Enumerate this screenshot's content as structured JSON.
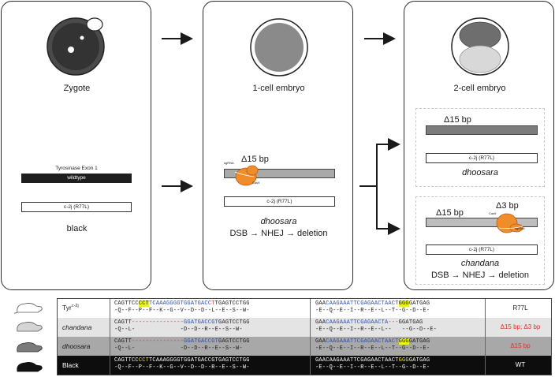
{
  "panel1": {
    "caption": "Zygote",
    "exon_title": "Tyrosinase Exon 1",
    "wildtype_bar": "wildtype",
    "allele_bar": "c-2j (R77L)",
    "strain": "black"
  },
  "panel2": {
    "caption": "1-cell embryo",
    "deletion": "Δ15 bp",
    "allele_bar": "c-2j (R77L)",
    "allele_name": "dhoosara",
    "mechanism": "DSB → NHEJ → deletion",
    "enzyme_left": "sgRNA",
    "enzyme_right": "Cas9"
  },
  "panel3": {
    "caption": "2-cell embryo",
    "box1": {
      "deletion": "Δ15 bp",
      "allele_bar": "c-2j (R77L)",
      "allele_name": "dhoosara"
    },
    "box2": {
      "deletion_left": "Δ15 bp",
      "deletion_right": "Δ3 bp",
      "allele_bar": "c-2j (R77L)",
      "allele_name": "chandana",
      "mechanism": "DSB → NHEJ → deletion",
      "enzyme_left": "Cas9",
      "enzyme_right": "sgRNA"
    }
  },
  "table": {
    "rows": [
      {
        "name": "Tyr",
        "superscript": "c-2j",
        "seq1_top": [
          "CAGTTCC",
          "CCT",
          "TCAAAGGGGTGGATGACC",
          "T",
          "TGAGTCCTGG"
        ],
        "seq1_bottom": "-Q--F--P--F--K--G--V--D--D--L--E--S--W-",
        "seq2_top": [
          "GAA",
          "CAAGAAATTCGAGAACTAACT",
          "GGG",
          "GATGAG"
        ],
        "seq2_bottom": "-E--Q--E--I--R--E--L--T--G--D--E-",
        "result": "R77L"
      },
      {
        "name": "chandana",
        "seq1_top": [
          "CAGTT",
          "---------------",
          "GGATGACCGT",
          "GAGTCCTGG"
        ],
        "seq1_bottom": "-Q--L-             -D--D--R--E--S--W-",
        "seq2_top": [
          "GAA",
          "CAAGAAATTCGAGAACTA",
          "---",
          "GGATGAG"
        ],
        "seq2_bottom": "-E--Q--E--I--R--E--L--   --G--D--E-",
        "result": "Δ15 bp; Δ3 bp"
      },
      {
        "name": "dhoosara",
        "seq1_top": [
          "CAGTT",
          "---------------",
          "GGATGACCGT",
          "GAGTCCTGG"
        ],
        "seq1_bottom": "-Q--L-             -D--D--R--E--S--W-",
        "seq2_top": [
          "GAA",
          "CAAGAAATTCGAGAACTAACT",
          "GGG",
          "GATGAG"
        ],
        "seq2_bottom": "-E--Q--E--I--R--E--L--T--G--D--E-",
        "result": "Δ15 bp"
      },
      {
        "name": "Black",
        "seq1_top": [
          "CAGTTCC",
          "CCT",
          "TCAAAGGGGTGGATGACC",
          "G",
          "TGAGTCCTGG"
        ],
        "seq1_bottom": "-Q--F--P--F--K--G--V--D--D--R--E--S--W-",
        "seq2_top": [
          "GAA",
          "CAAGAAATTCGAGAACTAACT",
          "GGG",
          "GATGAG"
        ],
        "seq2_bottom": "-E--Q--E--I--R--E--L--T--G--D--E-",
        "result": "WT"
      }
    ]
  },
  "colors": {
    "highlight": "#e8f028",
    "target_blue": "#2b4fa3",
    "mutation_red": "#e0322a",
    "cas9_orange": "#f08c2a"
  }
}
